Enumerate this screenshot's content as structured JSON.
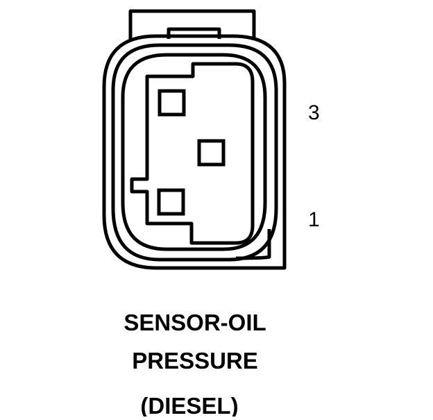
{
  "diagram": {
    "pin_labels": [
      "3",
      "1"
    ],
    "caption_lines": [
      "SENSOR-OIL",
      "PRESSURE",
      "(DIESEL)"
    ],
    "colors": {
      "line": "#000000",
      "background": "#ffffff"
    }
  }
}
